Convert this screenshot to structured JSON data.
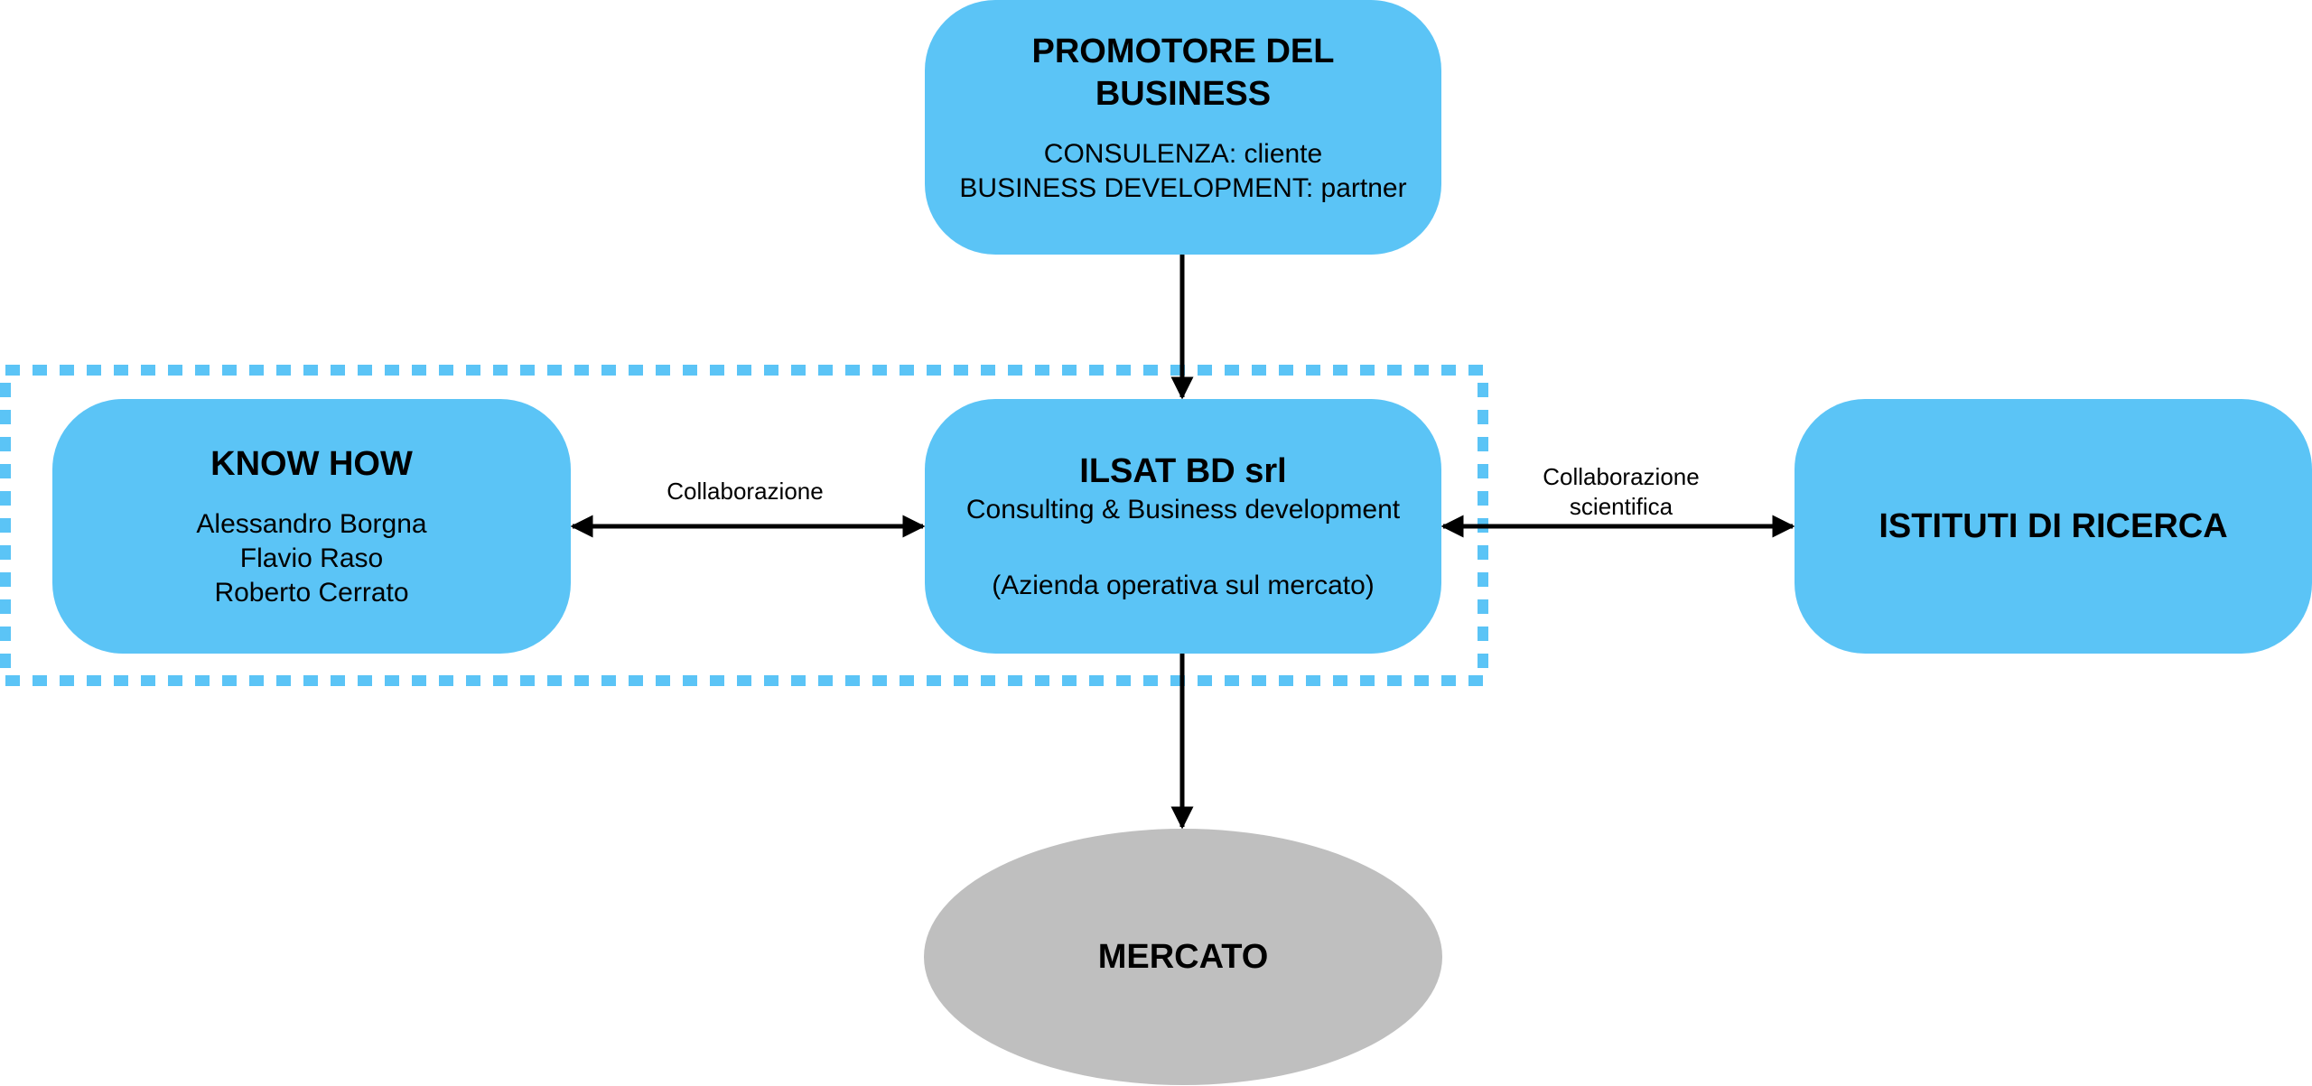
{
  "diagram": {
    "colors": {
      "node_fill": "#5bc4f6",
      "market_fill": "#bfbfbf",
      "group_border": "#5bc4f6",
      "edge": "#000000"
    },
    "nodes": {
      "promotore": {
        "title_line1": "PROMOTORE DEL",
        "title_line2": "BUSINESS",
        "line1": "CONSULENZA: cliente",
        "line2": "BUSINESS DEVELOPMENT: partner"
      },
      "knowhow": {
        "title": "KNOW HOW",
        "people": [
          "Alessandro Borgna",
          "Flavio Raso",
          "Roberto Cerrato"
        ]
      },
      "ilsat": {
        "title": "ILSAT BD srl",
        "subtitle": "Consulting & Business development",
        "note": "(Azienda operativa sul mercato)"
      },
      "istituti": {
        "title": "ISTITUTI DI RICERCA"
      },
      "mercato": {
        "title": "MERCATO"
      }
    },
    "edges": [
      {
        "from": "promotore",
        "to": "ilsat",
        "direction": "forward",
        "label": ""
      },
      {
        "from": "knowhow",
        "to": "ilsat",
        "direction": "both",
        "label": "Collaborazione"
      },
      {
        "from": "ilsat",
        "to": "istituti",
        "direction": "both",
        "label_line1": "Collaborazione",
        "label_line2": "scientifica"
      },
      {
        "from": "ilsat",
        "to": "mercato",
        "direction": "forward",
        "label": ""
      }
    ],
    "group": {
      "members": [
        "knowhow",
        "ilsat"
      ],
      "style": "dotted"
    }
  }
}
